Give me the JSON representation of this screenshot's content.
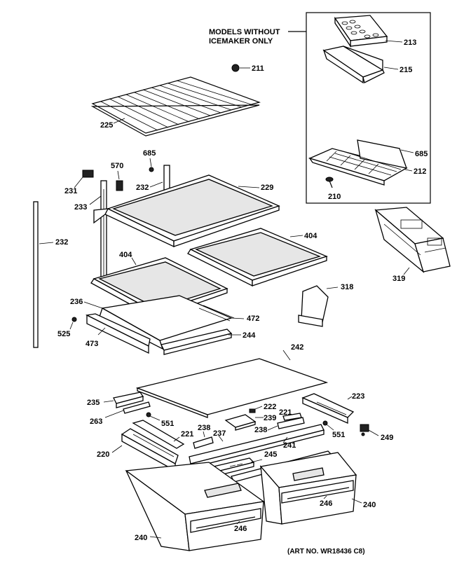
{
  "note": {
    "line1": "MODELS WITHOUT",
    "line2": "ICEMAKER ONLY"
  },
  "art_no": "(ART NO. WR18436 C8)",
  "labels": {
    "l213": "213",
    "l215": "215",
    "l211": "211",
    "l225": "225",
    "l685a": "685",
    "l570": "570",
    "l232a": "232",
    "l229": "229",
    "l231": "231",
    "l233": "233",
    "l685b": "685",
    "l212": "212",
    "l210": "210",
    "l232b": "232",
    "l404a": "404",
    "l404b": "404",
    "l319": "319",
    "l318": "318",
    "l236": "236",
    "l472": "472",
    "l525": "525",
    "l473": "473",
    "l244": "244",
    "l242": "242",
    "l223": "223",
    "l235": "235",
    "l222": "222",
    "l239": "239",
    "l221a": "221",
    "l263": "263",
    "l551a": "551",
    "l238a": "238",
    "l238b": "238",
    "l551b": "551",
    "l249": "249",
    "l221b": "221",
    "l237": "237",
    "l241": "241",
    "l220": "220",
    "l245": "245",
    "l246a": "246",
    "l240a": "240",
    "l246b": "246",
    "l240b": "240"
  }
}
